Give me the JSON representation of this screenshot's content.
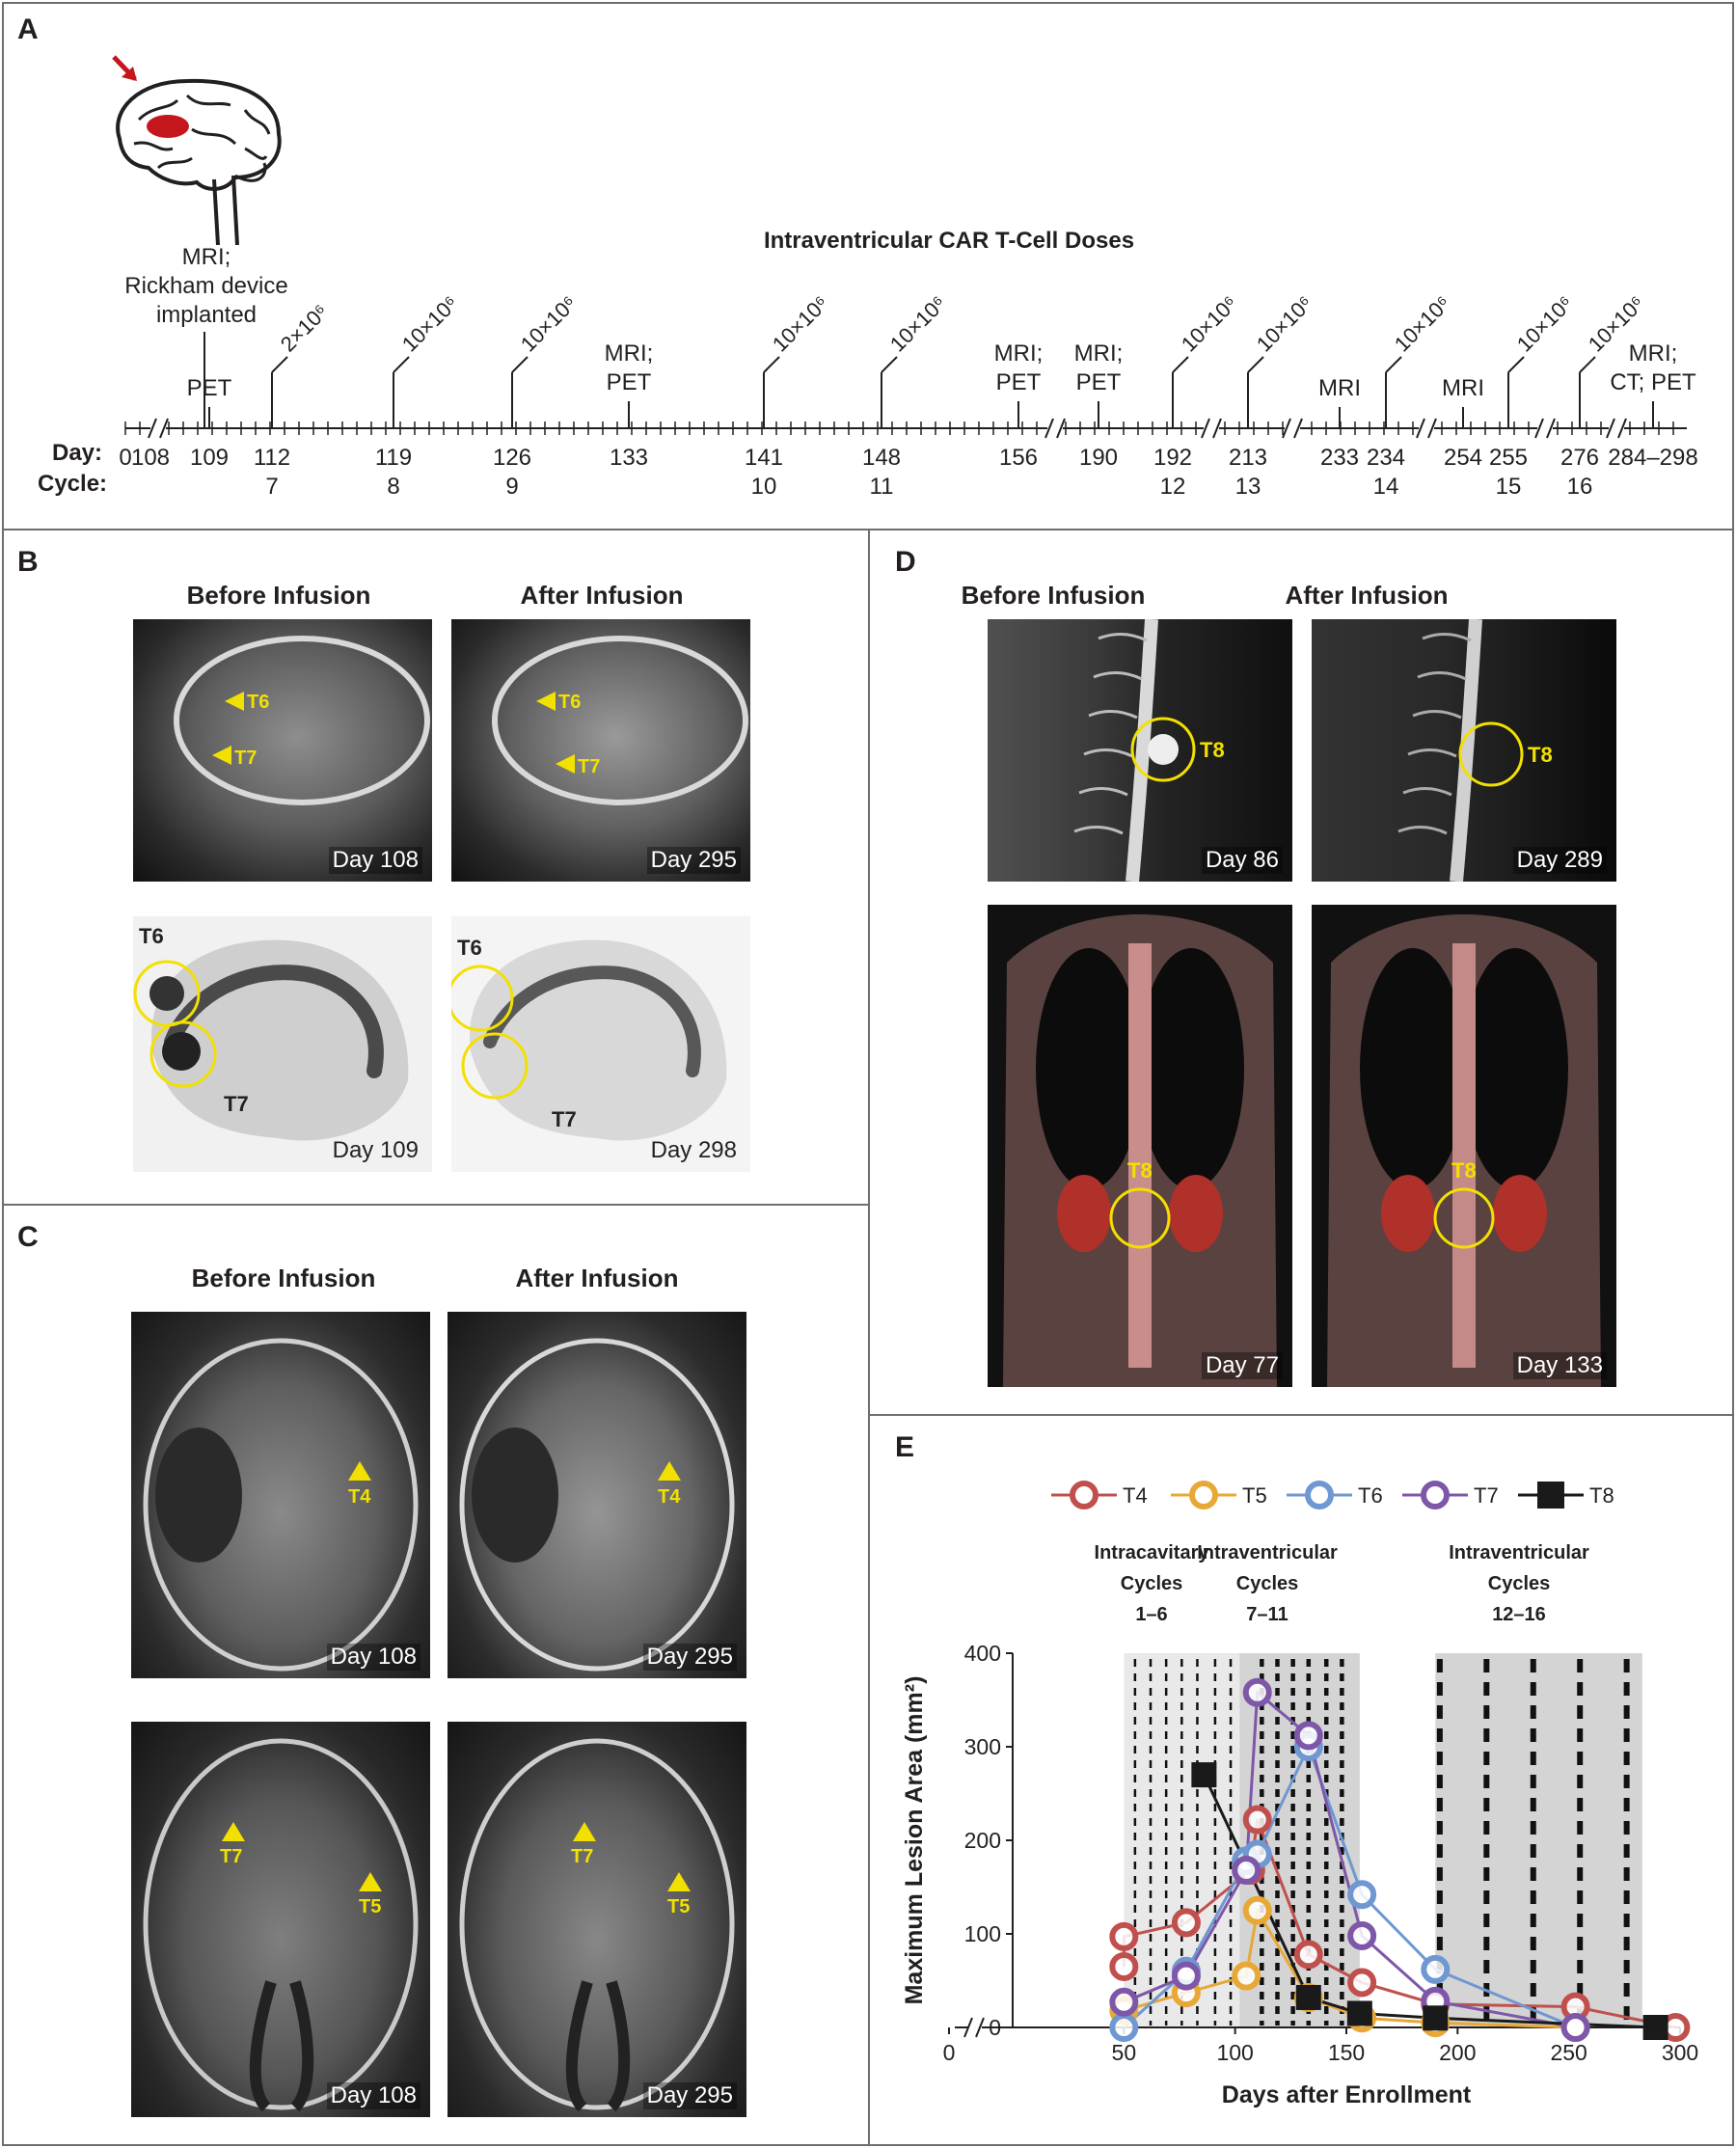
{
  "panelA": {
    "label": "A",
    "title": "Intraventricular CAR T-Cell Doses",
    "mri_note_lines": [
      "MRI;",
      "Rickham device",
      "implanted"
    ],
    "day_label": "Day:",
    "cycle_label": "Cycle:",
    "timeline": [
      {
        "day": "0",
        "cycle": "",
        "above": "",
        "dose": ""
      },
      {
        "day": "108",
        "cycle": "",
        "above": "",
        "dose": ""
      },
      {
        "day": "109",
        "cycle": "",
        "above": "PET",
        "dose": ""
      },
      {
        "day": "112",
        "cycle": "7",
        "above": "",
        "dose": "2×10⁶"
      },
      {
        "day": "119",
        "cycle": "8",
        "above": "",
        "dose": "10×10⁶"
      },
      {
        "day": "126",
        "cycle": "9",
        "above": "",
        "dose": "10×10⁶"
      },
      {
        "day": "133",
        "cycle": "",
        "above": "MRI;|PET",
        "dose": ""
      },
      {
        "day": "141",
        "cycle": "10",
        "above": "",
        "dose": "10×10⁶"
      },
      {
        "day": "148",
        "cycle": "11",
        "above": "",
        "dose": "10×10⁶"
      },
      {
        "day": "156",
        "cycle": "",
        "above": "MRI;|PET",
        "dose": ""
      },
      {
        "day": "190",
        "cycle": "",
        "above": "MRI;|PET",
        "dose": ""
      },
      {
        "day": "192",
        "cycle": "12",
        "above": "",
        "dose": "10×10⁶"
      },
      {
        "day": "213",
        "cycle": "13",
        "above": "",
        "dose": "10×10⁶"
      },
      {
        "day": "233",
        "cycle": "",
        "above": "MRI",
        "dose": ""
      },
      {
        "day": "234",
        "cycle": "14",
        "above": "",
        "dose": "10×10⁶"
      },
      {
        "day": "254",
        "cycle": "",
        "above": "MRI",
        "dose": ""
      },
      {
        "day": "255",
        "cycle": "15",
        "above": "",
        "dose": "10×10⁶"
      },
      {
        "day": "276",
        "cycle": "16",
        "above": "",
        "dose": "10×10⁶"
      },
      {
        "day": "284–298",
        "cycle": "",
        "above": "MRI;|CT; PET",
        "dose": ""
      }
    ]
  },
  "panelB": {
    "label": "B",
    "before": "Before Infusion",
    "after": "After Infusion",
    "mri_before_day": "Day 108",
    "mri_after_day": "Day 295",
    "pet_before_day": "Day 109",
    "pet_after_day": "Day 298",
    "t6": "T6",
    "t7": "T7"
  },
  "panelC": {
    "label": "C",
    "before": "Before Infusion",
    "after": "After Infusion",
    "top_before_day": "Day 108",
    "top_after_day": "Day 295",
    "bottom_before_day": "Day 108",
    "bottom_after_day": "Day 295",
    "t4": "T4",
    "t5": "T5",
    "t7": "T7"
  },
  "panelD": {
    "label": "D",
    "before": "Before Infusion",
    "after": "After Infusion",
    "mri_before_day": "Day 86",
    "mri_after_day": "Day 289",
    "pet_before_day": "Day 77",
    "pet_after_day": "Day 133",
    "t8": "T8"
  },
  "panelE": {
    "label": "E",
    "phase1": [
      "Intracavitary",
      "Cycles",
      "1–6"
    ],
    "phase2": [
      "Intraventricular",
      "Cycles",
      "7–11"
    ],
    "phase3": [
      "Intraventricular",
      "Cycles",
      "12–16"
    ],
    "colors": {
      "T4": "#c0504d",
      "T5": "#e8a838",
      "T6": "#6f97d1",
      "T7": "#7e57a8",
      "T8": "#1a1a1a"
    }
  },
  "chart_data": {
    "type": "line",
    "xlabel": "Days after Enrollment",
    "ylabel": "Maximum Lesion Area (mm²)",
    "xticks": [
      0,
      50,
      100,
      150,
      200,
      250,
      300
    ],
    "yticks": [
      0,
      100,
      200,
      300,
      400
    ],
    "xlim": [
      0,
      300
    ],
    "ylim": [
      0,
      400
    ],
    "legend": "top",
    "series": [
      {
        "name": "T4",
        "x": [
          50,
          50,
          78,
          107,
          110,
          133,
          157,
          190,
          253,
          298
        ],
        "y": [
          65,
          97,
          112,
          168,
          222,
          78,
          48,
          25,
          22,
          0
        ]
      },
      {
        "name": "T5",
        "x": [
          50,
          78,
          105,
          110,
          133,
          157,
          190,
          253
        ],
        "y": [
          18,
          37,
          55,
          125,
          32,
          10,
          5,
          0
        ]
      },
      {
        "name": "T6",
        "x": [
          50,
          78,
          105,
          110,
          133,
          157,
          190,
          253
        ],
        "y": [
          0,
          60,
          178,
          185,
          300,
          142,
          62,
          0
        ]
      },
      {
        "name": "T7",
        "x": [
          50,
          78,
          105,
          110,
          133,
          157,
          190,
          253
        ],
        "y": [
          27,
          55,
          168,
          358,
          312,
          98,
          28,
          0
        ]
      },
      {
        "name": "T8",
        "x": [
          86,
          133,
          156,
          190,
          289
        ],
        "y": [
          270,
          32,
          15,
          10,
          0
        ]
      }
    ],
    "shaded_ranges": [
      [
        50,
        102
      ],
      [
        102,
        156
      ],
      [
        190,
        283
      ]
    ],
    "infusion_days": [
      55,
      62,
      69,
      76,
      83,
      91,
      98,
      112,
      119,
      126,
      133,
      141,
      148,
      192,
      213,
      234,
      255,
      276
    ]
  }
}
